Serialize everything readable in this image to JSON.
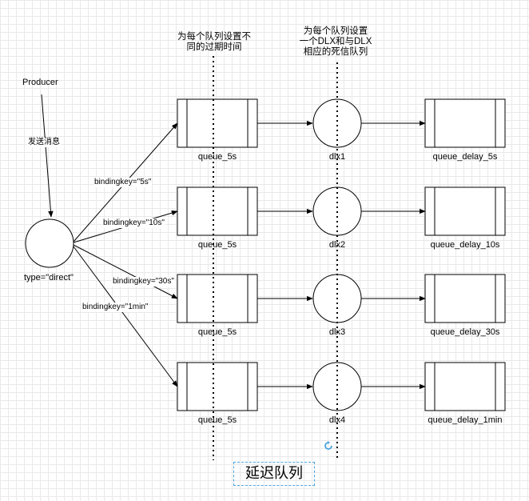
{
  "producer": {
    "label": "Producer",
    "edge_label": "发送消息"
  },
  "exchange": {
    "label": "type=\"direct\""
  },
  "notes": {
    "ttl_line1": "为每个队列设置不",
    "ttl_line2": "同的过期时间",
    "dlx_line1": "为每个队列设置",
    "dlx_line2": "一个DLX和与DLX",
    "dlx_line3": "相应的死信队列"
  },
  "rows": [
    {
      "binding": "bindingkey=\"5s\"",
      "queue": "queue_5s",
      "dlx": "dlx1",
      "delay_queue": "queue_delay_5s"
    },
    {
      "binding": "bindingkey=\"10s\"",
      "queue": "queue_5s",
      "dlx": "dlx2",
      "delay_queue": "queue_delay_10s"
    },
    {
      "binding": "bindingkey=\"30s\"",
      "queue": "queue_5s",
      "dlx": "dlx3",
      "delay_queue": "queue_delay_30s"
    },
    {
      "binding": "bindingkey=\"1min\"",
      "queue": "queue_5s",
      "dlx": "dlx4",
      "delay_queue": "queue_delay_1min"
    }
  ],
  "title": "延迟队列",
  "colors": {
    "stroke": "#000000",
    "title_border": "#4aa3df",
    "grid": "#e9e9e9"
  },
  "icons": {
    "refresh": "refresh-icon"
  }
}
